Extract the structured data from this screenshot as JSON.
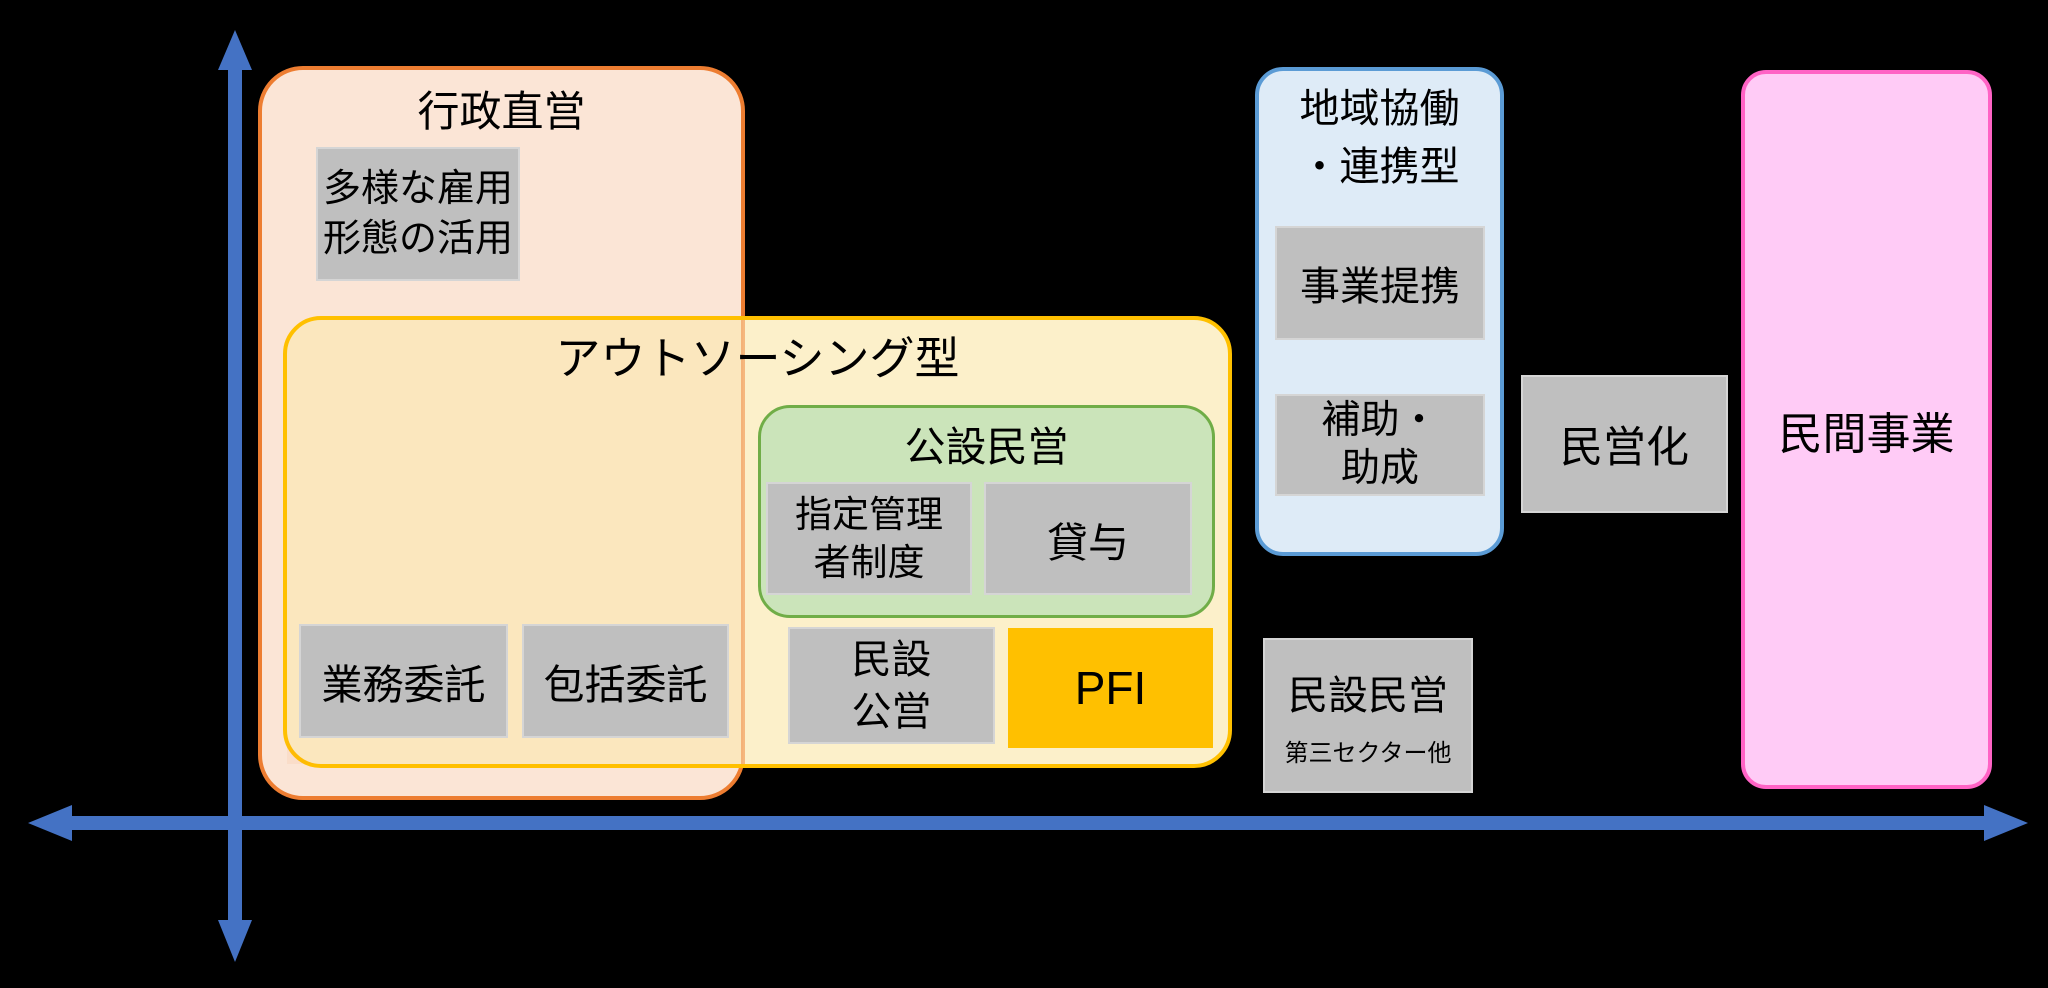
{
  "diagram": {
    "background_color": "#000000",
    "axis_color": "#4472C4",
    "item_fill_color": "#BFBFBF",
    "groups": {
      "gyousei": {
        "label": "行政直営",
        "fill": "#FBE5D6",
        "border": "#ED7D31"
      },
      "outsourcing": {
        "label": "アウトソーシング型",
        "fill": "#FCF0CA",
        "border": "#FFC000"
      },
      "kousetsu_minei": {
        "label": "公設民営",
        "fill": "#CBE4BA",
        "border": "#70AD47"
      },
      "chiiki": {
        "label": "地域協働\n・連携型",
        "fill": "#DEEBF7",
        "border": "#5B9BD5"
      },
      "minkan": {
        "label": "民間事業",
        "fill": "#FFCBF6",
        "border": "#FF63C5"
      }
    },
    "items": {
      "tayou": {
        "label": "多様な雇用\n形態の活用"
      },
      "shitei": {
        "label": "指定管理\n者制度"
      },
      "taiyo": {
        "label": "貸与"
      },
      "gyoumu": {
        "label": "業務委託"
      },
      "houkatsu": {
        "label": "包括委託"
      },
      "minsetsu_kouei": {
        "label": "民設\n公営"
      },
      "pfi": {
        "label": "PFI",
        "fill": "#FFC000"
      },
      "jigyou": {
        "label": "事業提携"
      },
      "hojo": {
        "label": "補助・\n助成"
      },
      "mineika": {
        "label": "民営化"
      },
      "minsetsu_minei": {
        "label": "民設民営",
        "sublabel": "第三セクター他"
      }
    }
  }
}
